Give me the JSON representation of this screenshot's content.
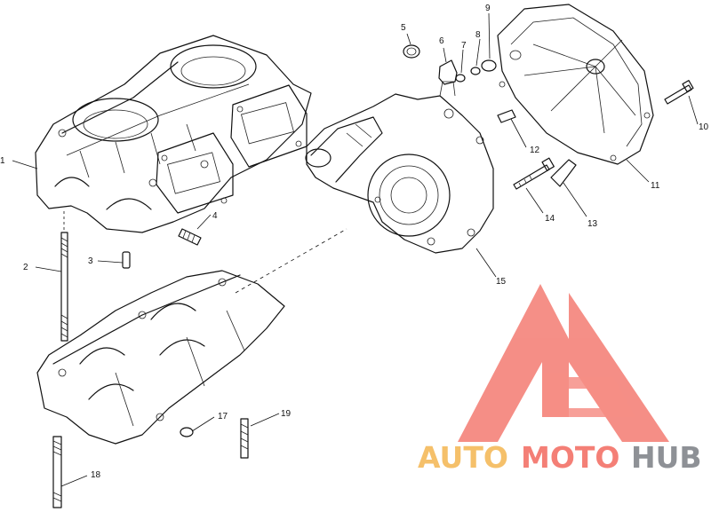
{
  "callouts": [
    {
      "id": "c1a",
      "text": "1"
    },
    {
      "id": "c2",
      "text": "2"
    },
    {
      "id": "c3",
      "text": "3"
    },
    {
      "id": "c4",
      "text": "4"
    },
    {
      "id": "c5",
      "text": "5"
    },
    {
      "id": "c6",
      "text": "6"
    },
    {
      "id": "c7",
      "text": "7"
    },
    {
      "id": "c8",
      "text": "8"
    },
    {
      "id": "c9",
      "text": "9"
    },
    {
      "id": "c10",
      "text": "10"
    },
    {
      "id": "c11",
      "text": "11"
    },
    {
      "id": "c12",
      "text": "12"
    },
    {
      "id": "c13",
      "text": "13"
    },
    {
      "id": "c14",
      "text": "14"
    },
    {
      "id": "c15",
      "text": "15"
    },
    {
      "id": "c17",
      "text": "17"
    },
    {
      "id": "c19",
      "text": "19"
    },
    {
      "id": "c18",
      "text": "18"
    }
  ],
  "watermark": {
    "part1": "AUTO",
    "part2": "MOTO",
    "part3": "HUB",
    "logo_color": "#f47f76",
    "auto_color": "#f5c06a",
    "hub_color": "#8e9196"
  }
}
